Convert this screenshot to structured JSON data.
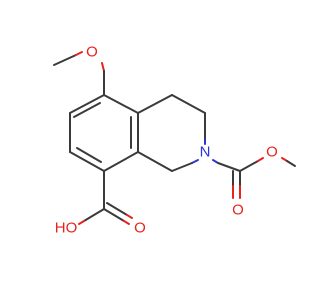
{
  "colors": {
    "bond": "#3a3a3a",
    "oxygen": "#e8231e",
    "nitrogen": "#2a35e0",
    "background": "#ffffff"
  },
  "atoms": {
    "methoxy_oxygen": "O",
    "ring_nitrogen": "N",
    "ester_oxygen": "O",
    "carbonyl_oxygen_boc": "O",
    "acid_hydroxyl": "HO",
    "acid_carbonyl_oxygen": "O"
  }
}
